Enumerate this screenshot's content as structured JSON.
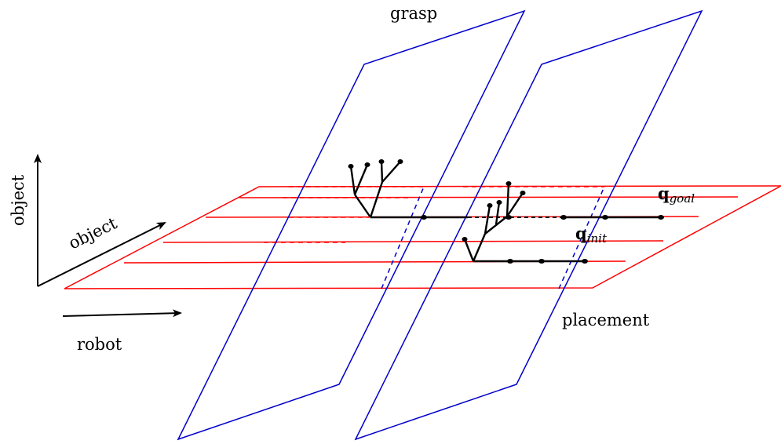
{
  "labels": {
    "grasp": "grasp",
    "placement": "placement",
    "robot": "robot",
    "object_horizontal": "object",
    "object_vertical": "object",
    "q_goal_main": "q",
    "q_goal_sub": "goal",
    "q_init_main": "q",
    "q_init_sub": "init"
  },
  "colors": {
    "placement_plane": "#ff0000",
    "grasp_planes": "#0000cc",
    "trees": "#000000",
    "axes": "#000000"
  }
}
